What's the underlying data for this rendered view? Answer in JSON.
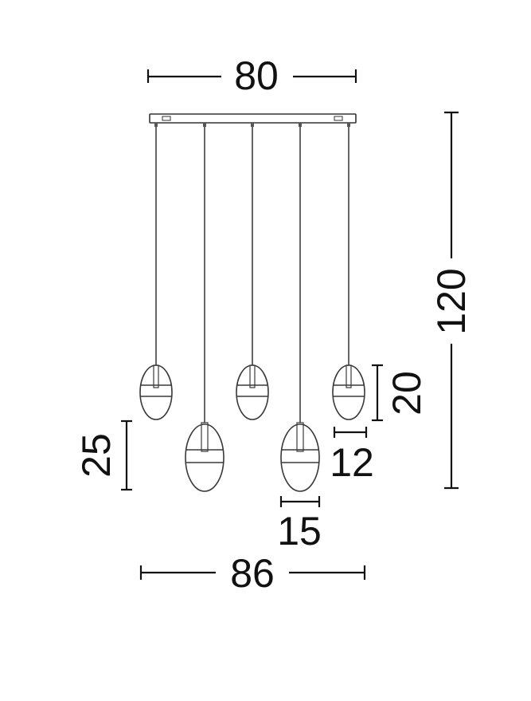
{
  "dimensions": {
    "top_width": "80",
    "bottom_width": "86",
    "total_height": "120",
    "shade_height_small": "20",
    "shade_width_small": "12",
    "shade_height_large": "25",
    "shade_width_large": "15"
  },
  "colors": {
    "line": "#111111",
    "product": "#3a3a3a",
    "background": "#ffffff"
  }
}
